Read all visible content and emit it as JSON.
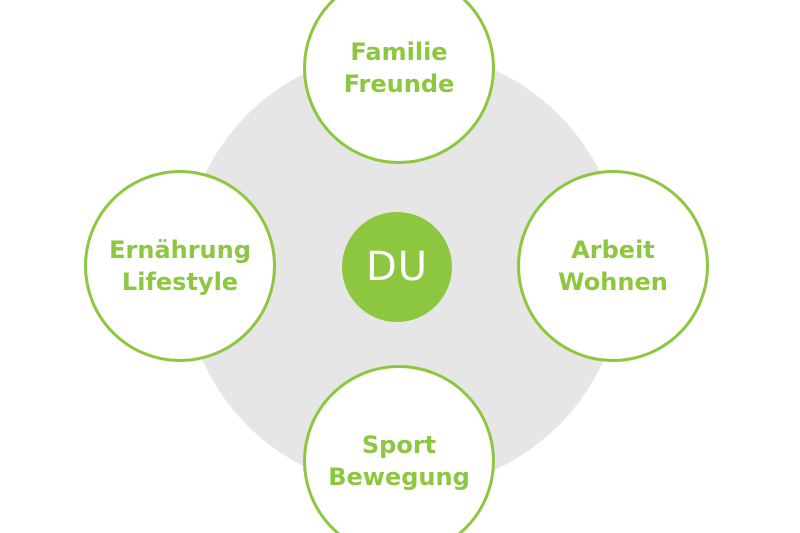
{
  "colors": {
    "accent": "#8dc63f",
    "backdrop": "#e6e6e6",
    "background": "#ffffff"
  },
  "center": {
    "label": "DU"
  },
  "nodes": {
    "top": {
      "line1": "Familie",
      "line2": "Freunde"
    },
    "left": {
      "line1": "Ernährung",
      "line2": "Lifestyle"
    },
    "right": {
      "line1": "Arbeit",
      "line2": "Wohnen"
    },
    "bottom": {
      "line1": "Sport",
      "line2": "Bewegung"
    }
  }
}
